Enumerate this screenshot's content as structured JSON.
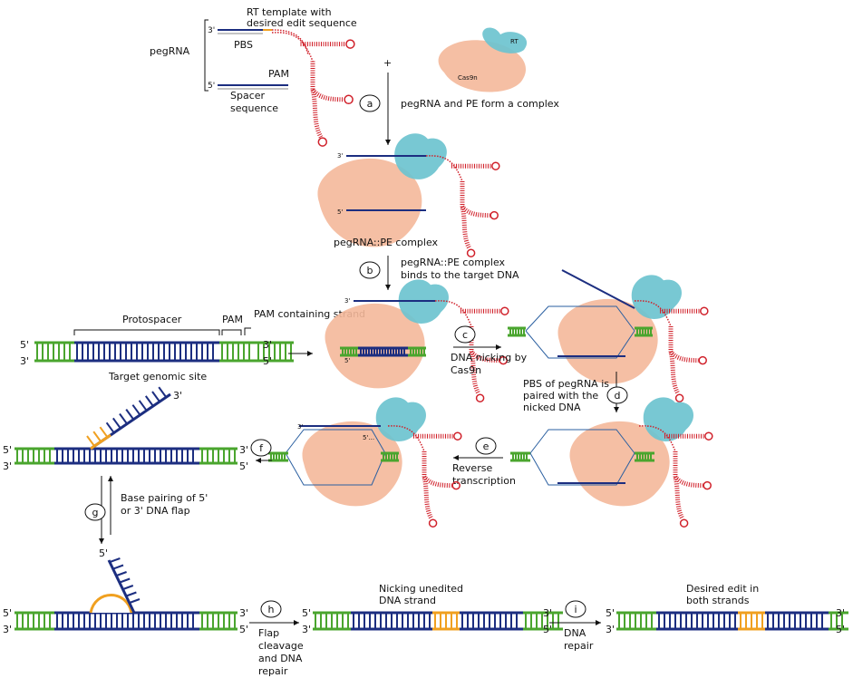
{
  "labels": {
    "rt_template": [
      "RT template with",
      "desired edit sequence"
    ],
    "pbs": "PBS",
    "pegrna": "pegRNA",
    "pam_top": "PAM",
    "spacer": [
      "Spacer",
      "sequence"
    ],
    "rt": "RT",
    "cas9n": "Cas9n",
    "plus": "+",
    "complex": "pegRNA::PE complex",
    "protospacer": "Protospacer",
    "pam": "PAM",
    "pam_strand": "PAM containing strand",
    "target_site": "Target genomic site",
    "three_prime": "3'",
    "five_prime": "5'",
    "five_prime_dots": "5'..."
  },
  "steps": [
    {
      "letter": "a",
      "text": [
        "pegRNA and PE form a complex"
      ]
    },
    {
      "letter": "b",
      "text": [
        "pegRNA::PE complex",
        "binds to the target DNA"
      ]
    },
    {
      "letter": "c",
      "text": [
        "DNA nicking by",
        "Cas9n"
      ]
    },
    {
      "letter": "d",
      "text": [
        "PBS of pegRNA is",
        "paired with the",
        "nicked DNA"
      ]
    },
    {
      "letter": "e",
      "text": [
        "Reverse",
        "transcription"
      ]
    },
    {
      "letter": "f",
      "text": []
    },
    {
      "letter": "g",
      "text": [
        "Base pairing of 5'",
        "or 3' DNA flap"
      ]
    },
    {
      "letter": "h",
      "text": [
        "Flap",
        "cleavage",
        "and DNA",
        "repair"
      ]
    },
    {
      "letter": "i",
      "text": [
        "DNA",
        "repair"
      ]
    }
  ],
  "bottom_captions": {
    "nicking": [
      "Nicking unedited",
      "DNA strand"
    ],
    "desired": [
      "Desired edit in",
      "both strands"
    ]
  },
  "colors": {
    "green": "#4aa52e",
    "navy": "#1c2e80",
    "orange": "#f0a020",
    "red": "#d0202a",
    "salmon": "#f4b89a",
    "teal": "#6cc3cf"
  }
}
